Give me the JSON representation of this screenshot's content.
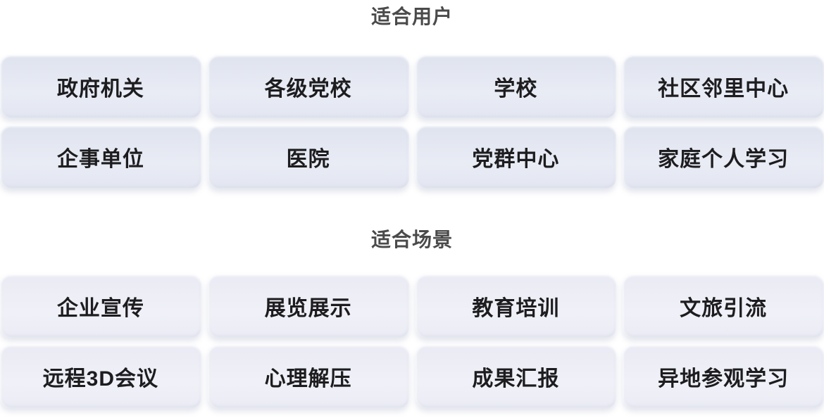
{
  "colors": {
    "page_bg": "#ffffff",
    "heading_text": "#4a4a4a",
    "tile_text": "#1d1d1f",
    "audience_tile_bg_top": "#dfe3ee",
    "audience_tile_bg_bottom": "#e9ecf5",
    "scenario_tile_bg_top": "#e9eaf3",
    "scenario_tile_bg_bottom": "#f0f1f8"
  },
  "sections": [
    {
      "title": "适合用户",
      "items": [
        "政府机关",
        "各级党校",
        "学校",
        "社区邻里中心",
        "企事单位",
        "医院",
        "党群中心",
        "家庭个人学习"
      ]
    },
    {
      "title": "适合场景",
      "items": [
        "企业宣传",
        "展览展示",
        "教育培训",
        "文旅引流",
        "远程3D会议",
        "心理解压",
        "成果汇报",
        "异地参观学习"
      ]
    }
  ]
}
